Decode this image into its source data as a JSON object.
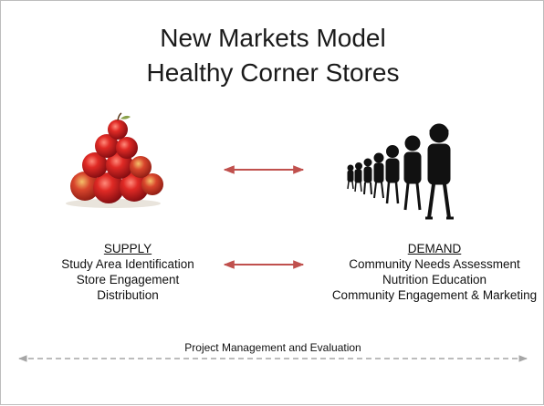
{
  "slide": {
    "title_line1": "New Markets Model",
    "title_line2": "Healthy Corner Stores"
  },
  "supply": {
    "heading": "SUPPLY",
    "items": [
      "Study Area Identification",
      "Store Engagement",
      "Distribution"
    ],
    "image_icon": "apples-pyramid"
  },
  "demand": {
    "heading": "DEMAND",
    "items": [
      "Community Needs Assessment",
      "Nutrition Education",
      "Community Engagement & Marketing"
    ],
    "image_icon": "people-figures-row"
  },
  "bottom": {
    "label": "Project Management and Evaluation"
  },
  "colors": {
    "arrow_red": "#c0504d",
    "dashed_gray": "#a6a6a6",
    "apple_red": "#c8171e",
    "apple_green": "#8aa14a",
    "figure_black": "#111111"
  }
}
